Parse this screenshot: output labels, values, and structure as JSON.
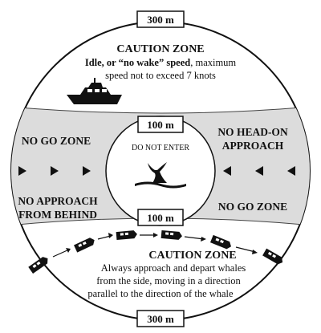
{
  "labels": {
    "outer_top": "300 m",
    "outer_bottom": "300 m",
    "inner_top": "100 m",
    "inner_bottom": "100 m"
  },
  "top_zone": {
    "title": "CAUTION ZONE",
    "line1_bold_a": "Idle, or “no wake” speed",
    "line1_plain": ", maximum",
    "line2": "speed not to exceed 7 knots"
  },
  "band": {
    "left_upper": "NO GO ZONE",
    "right_upper_line1": "NO HEAD-ON",
    "right_upper_line2": "APPROACH",
    "left_lower_line1": "NO APPROACH",
    "left_lower_line2": "FROM BEHIND",
    "right_lower": "NO GO ZONE"
  },
  "center": {
    "text": "DO NOT ENTER"
  },
  "bottom_zone": {
    "title": "CAUTION ZONE",
    "line1": "Always approach and depart whales",
    "line2": "from the side, moving in a direction",
    "line3": "parallel to the direction of the whale"
  },
  "colors": {
    "band": "#dcdcdc",
    "ink": "#111111"
  }
}
